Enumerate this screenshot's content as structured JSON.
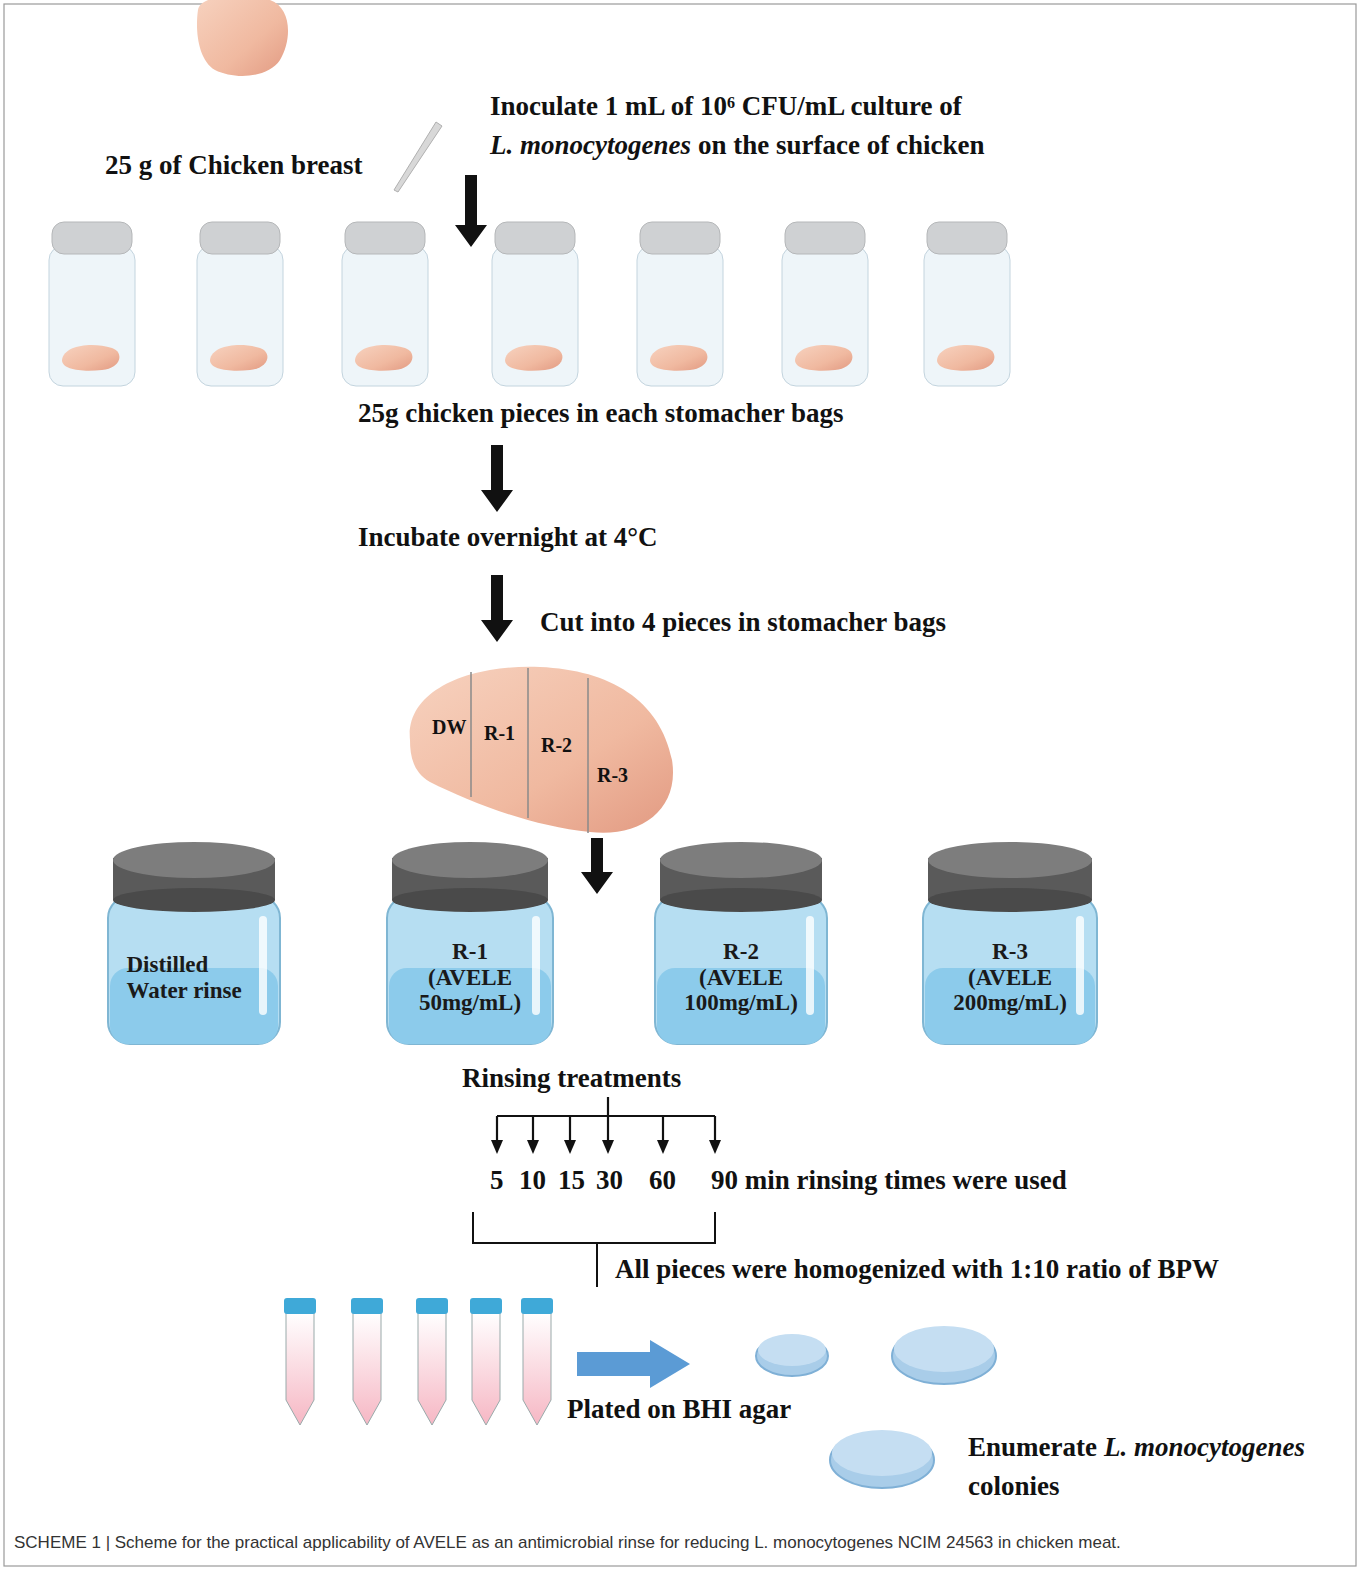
{
  "diagram": {
    "caption": "SCHEME 1 | Scheme for the practical applicability of AVELE as an antimicrobial rinse for reducing L. monocytogenes NCIM 24563 in chicken meat.",
    "nodes": [
      {
        "text": [
          "Distilled Water rinse"
        ]
      },
      {
        "text": [
          "R-1 (AVELE 50mg/mL)"
        ]
      },
      {
        "text": [
          "R-2 (AVELE 100mg/mL)"
        ]
      },
      {
        "text": [
          "R-3 (AVELE 200mg/mL)"
        ]
      }
    ],
    "labels": [
      "Inoculate 1 mL of 10⁶ CFU/mL culture of",
      "L. monocytogenes",
      "on the surface of chicken",
      "25 g of Chicken breast",
      "25g chicken pieces in each stomacher bags",
      "Incubate overnight at 4°C",
      "Cut into 4 pieces in stomacher bags",
      "DW",
      "R-1",
      "R-2",
      "R-3",
      "Rinsing treatments",
      "5",
      "10",
      "15",
      "30",
      "60",
      "90 min rinsing times were used",
      "All pieces were homogenized with 1:10 ratio of BPW",
      "Plated on BHI agar",
      "Enumerate",
      "L. monocytogenes",
      "colonies"
    ]
  }
}
